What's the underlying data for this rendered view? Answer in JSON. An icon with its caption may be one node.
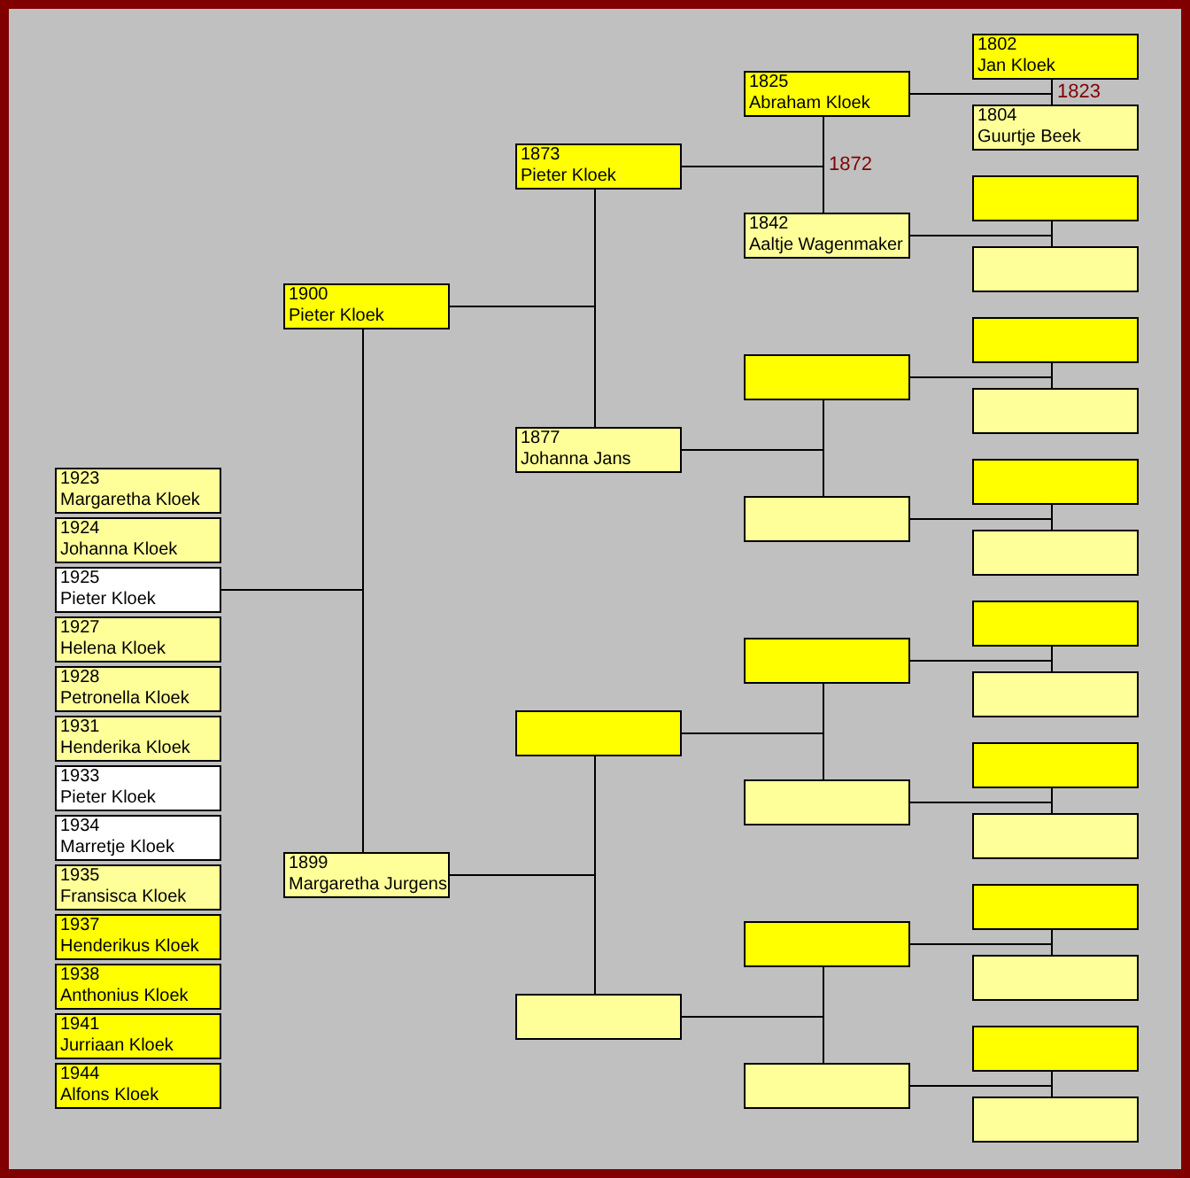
{
  "diagram": {
    "nodes": [
      {
        "text": [
          "1923",
          "Margaretha Kloek"
        ]
      },
      {
        "text": [
          "1924",
          "Johanna Kloek"
        ]
      },
      {
        "text": [
          "1925",
          "Pieter Kloek"
        ]
      },
      {
        "text": [
          "1927",
          "Helena Kloek"
        ]
      },
      {
        "text": [
          "1928",
          "Petronella Kloek"
        ]
      },
      {
        "text": [
          "1931",
          "Henderika Kloek"
        ]
      },
      {
        "text": [
          "1933",
          "Pieter Kloek"
        ]
      },
      {
        "text": [
          "1934",
          "Marretje Kloek"
        ]
      },
      {
        "text": [
          "1935",
          "Fransisca Kloek"
        ]
      },
      {
        "text": [
          "1937",
          "Henderikus Kloek"
        ]
      },
      {
        "text": [
          "1938",
          "Anthonius Kloek"
        ]
      },
      {
        "text": [
          "1941",
          "Jurriaan Kloek"
        ]
      },
      {
        "text": [
          "1944",
          "Alfons Kloek"
        ]
      },
      {
        "text": [
          "1900",
          "Pieter Kloek"
        ]
      },
      {
        "text": [
          "1899",
          "Margaretha Jurgens"
        ]
      },
      {
        "text": [
          "1873",
          "Pieter Kloek"
        ]
      },
      {
        "text": [
          "1877",
          "Johanna Jans"
        ]
      },
      {
        "text": [],
        "shape": "box"
      },
      {
        "text": [],
        "shape": "box"
      },
      {
        "text": [
          "1825",
          "Abraham Kloek"
        ]
      },
      {
        "text": [
          "1842",
          "Aaltje Wagenmaker"
        ]
      },
      {
        "text": [],
        "shape": "box"
      },
      {
        "text": [],
        "shape": "box"
      },
      {
        "text": [],
        "shape": "box"
      },
      {
        "text": [],
        "shape": "box"
      },
      {
        "text": [],
        "shape": "box"
      },
      {
        "text": [],
        "shape": "box"
      },
      {
        "text": [
          "1802",
          "Jan Kloek"
        ]
      },
      {
        "text": [
          "1804",
          "Guurtje Beek"
        ]
      },
      {
        "text": [],
        "shape": "box"
      },
      {
        "text": [],
        "shape": "box"
      },
      {
        "text": [],
        "shape": "box"
      },
      {
        "text": [],
        "shape": "box"
      },
      {
        "text": [],
        "shape": "box"
      },
      {
        "text": [],
        "shape": "box"
      },
      {
        "text": [],
        "shape": "box"
      },
      {
        "text": [],
        "shape": "box"
      },
      {
        "text": [],
        "shape": "box"
      },
      {
        "text": [],
        "shape": "box"
      },
      {
        "text": [],
        "shape": "box"
      },
      {
        "text": [],
        "shape": "box"
      },
      {
        "text": [],
        "shape": "box"
      },
      {
        "text": [],
        "shape": "box"
      }
    ],
    "edges": [
      {
        "from": 2,
        "to": 13,
        "arrow": "none"
      },
      {
        "from": 2,
        "to": 14,
        "arrow": "none"
      },
      {
        "from": 13,
        "to": 15,
        "arrow": "none"
      },
      {
        "from": 13,
        "to": 16,
        "arrow": "none"
      },
      {
        "from": 14,
        "to": 17,
        "arrow": "none"
      },
      {
        "from": 14,
        "to": 18,
        "arrow": "none"
      },
      {
        "from": 15,
        "to": 19,
        "arrow": "none",
        "label": "1872"
      },
      {
        "from": 15,
        "to": 20,
        "arrow": "none"
      },
      {
        "from": 16,
        "to": 21,
        "arrow": "none"
      },
      {
        "from": 16,
        "to": 22,
        "arrow": "none"
      },
      {
        "from": 17,
        "to": 23,
        "arrow": "none"
      },
      {
        "from": 17,
        "to": 24,
        "arrow": "none"
      },
      {
        "from": 18,
        "to": 25,
        "arrow": "none"
      },
      {
        "from": 18,
        "to": 26,
        "arrow": "none"
      },
      {
        "from": 19,
        "to": 27,
        "arrow": "none",
        "label": "1823"
      },
      {
        "from": 19,
        "to": 28,
        "arrow": "none"
      },
      {
        "from": 20,
        "to": 29,
        "arrow": "none"
      },
      {
        "from": 20,
        "to": 30,
        "arrow": "none"
      },
      {
        "from": 21,
        "to": 31,
        "arrow": "none"
      },
      {
        "from": 21,
        "to": 32,
        "arrow": "none"
      },
      {
        "from": 22,
        "to": 33,
        "arrow": "none"
      },
      {
        "from": 22,
        "to": 34,
        "arrow": "none"
      },
      {
        "from": 23,
        "to": 35,
        "arrow": "none"
      },
      {
        "from": 23,
        "to": 36,
        "arrow": "none"
      },
      {
        "from": 24,
        "to": 37,
        "arrow": "none"
      },
      {
        "from": 24,
        "to": 38,
        "arrow": "none"
      },
      {
        "from": 25,
        "to": 39,
        "arrow": "none"
      },
      {
        "from": 25,
        "to": 40,
        "arrow": "none"
      },
      {
        "from": 26,
        "to": 41,
        "arrow": "none"
      },
      {
        "from": 26,
        "to": 42,
        "arrow": "none"
      }
    ]
  }
}
